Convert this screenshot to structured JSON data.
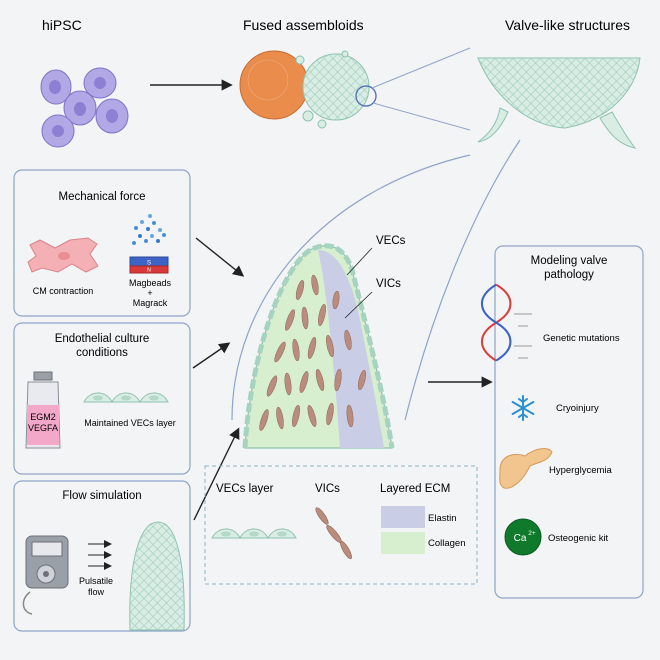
{
  "top": {
    "hipsc": "hiPSC",
    "fused": "Fused assembloids",
    "valve": "Valve-like structures"
  },
  "mechanical": {
    "title": "Mechanical force",
    "cm": "CM contraction",
    "magbeads": "Magbeads",
    "plus": "+",
    "magrack": "Magrack",
    "magnet_s": "S",
    "magnet_n": "N"
  },
  "endothelial": {
    "title_line1": "Endothelial culture",
    "title_line2": "conditions",
    "bottle_line1": "EGM2",
    "bottle_line2": "VEGFA",
    "layer": "Maintained VECs layer"
  },
  "flow": {
    "title": "Flow simulation",
    "label_line1": "Pulsatile",
    "label_line2": "flow"
  },
  "center": {
    "vecs": "VECs",
    "vics": "VICs"
  },
  "legend": {
    "vecs_layer": "VECs layer",
    "vics": "VICs",
    "ecm": "Layered ECM",
    "elastin": "Elastin",
    "collagen": "Collagen"
  },
  "pathology": {
    "title_line1": "Modeling valve",
    "title_line2": "pathology",
    "items": [
      "Genetic mutations",
      "Cryoinjury",
      "Hyperglycemia",
      "Osteogenic kit"
    ],
    "calcium": "Ca",
    "calcium_sup": "2+"
  },
  "colors": {
    "panel_border": "#8fa4c9",
    "cardiomyocyte": "#f4b0b4",
    "valve_cells": "#d9ede4",
    "vic": "#b98c7e",
    "elastin": "#c9cde6",
    "collagen": "#d7efcf",
    "calcium": "#0f7a2c"
  }
}
